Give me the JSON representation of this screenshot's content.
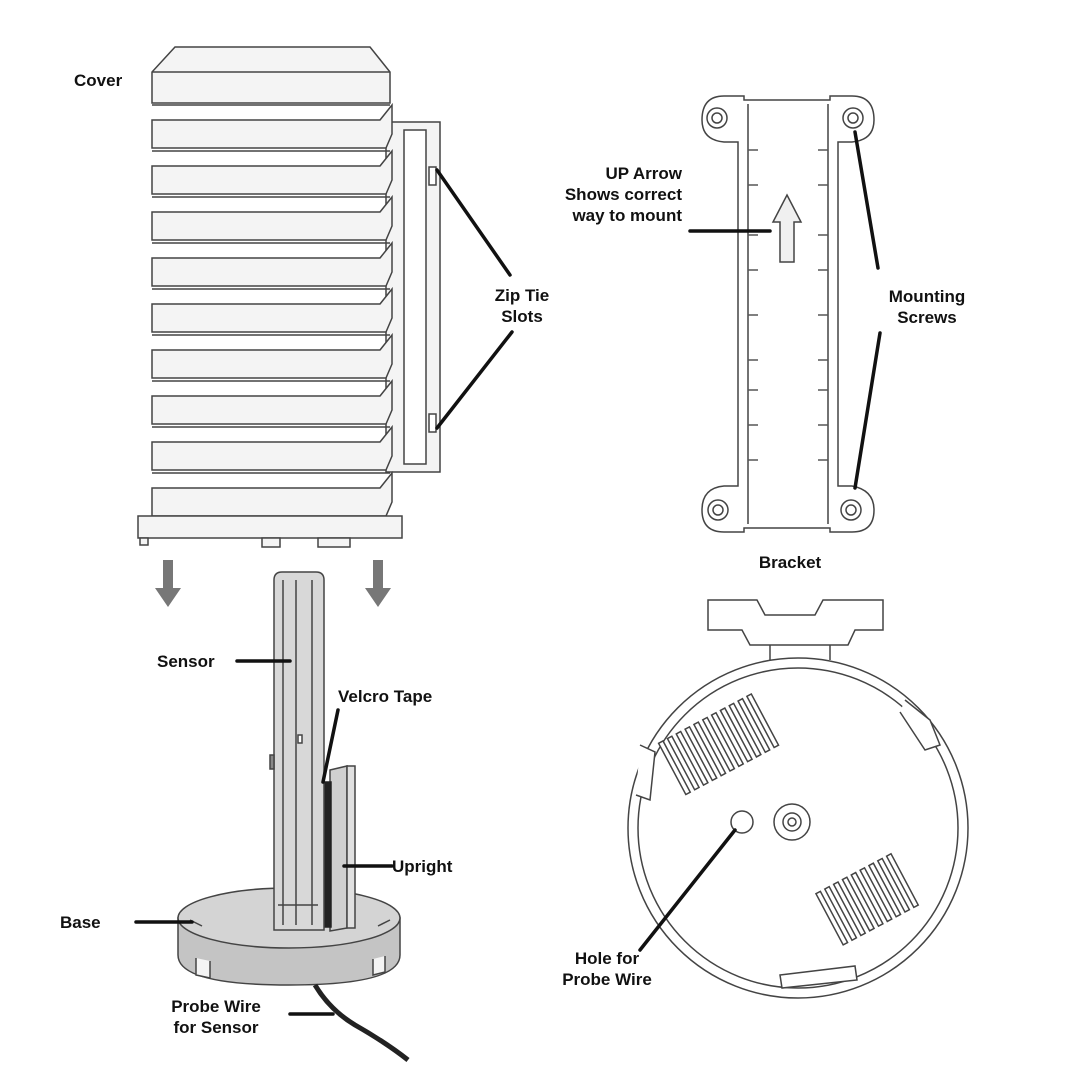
{
  "labels": {
    "cover": "Cover",
    "zip_tie_slots": "Zip Tie\nSlots",
    "up_arrow": "UP Arrow\nShows correct\nway to mount",
    "mounting_screws": "Mounting\nScrews",
    "bracket": "Bracket",
    "sensor": "Sensor",
    "velcro_tape": "Velcro Tape",
    "upright": "Upright",
    "base": "Base",
    "probe_wire": "Probe Wire\nfor Sensor",
    "hole_for_probe": "Hole for\nProbe Wire"
  },
  "colors": {
    "outline": "#444444",
    "fill_light": "#f4f4f4",
    "sensor_fill": "#d7d7d7",
    "base_fill": "#cccccc",
    "arrow_fill": "#777777",
    "velcro": "#222222",
    "leader": "#111111"
  }
}
